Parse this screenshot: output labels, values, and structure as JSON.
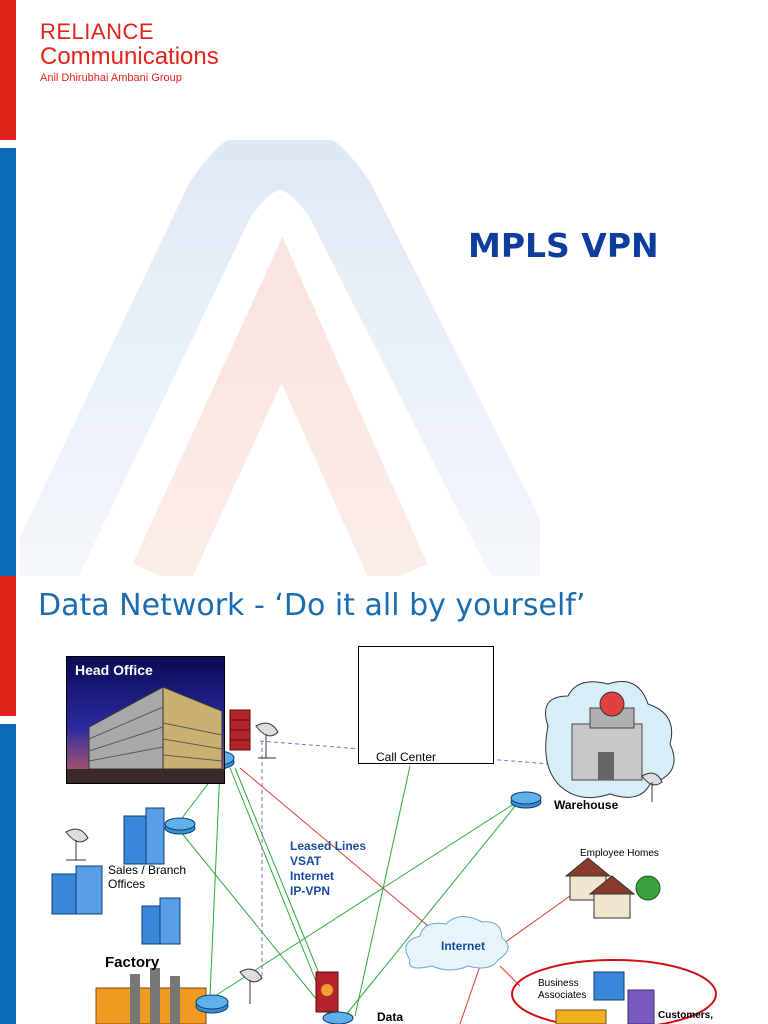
{
  "slide1": {
    "logo": {
      "brand": "RELIANCE",
      "division": "Communications",
      "group": "Anil Dhirubhai Ambani Group"
    },
    "title": "MPLS VPN"
  },
  "slide2": {
    "title": "Data Network - ‘Do it all by yourself’",
    "nodes": {
      "head_office": "Head Office",
      "call_center": "Call Center",
      "warehouse": "Warehouse",
      "sales_line1": "Sales / Branch",
      "sales_line2": "Offices",
      "employee_homes": "Employee Homes",
      "factory": "Factory",
      "internet": "Internet",
      "business_line1": "Business",
      "business_line2": "Associates",
      "customers": "Customers,",
      "data": "Data"
    },
    "link_types": [
      "Leased Lines",
      "VSAT",
      "Internet",
      "IP-VPN"
    ]
  },
  "colors": {
    "brand_red": "#e2231a",
    "brand_blue": "#0a6cb8",
    "title_navy": "#0d3e9e",
    "link_green": "#2eaa3a",
    "link_red": "#e03a2a"
  }
}
